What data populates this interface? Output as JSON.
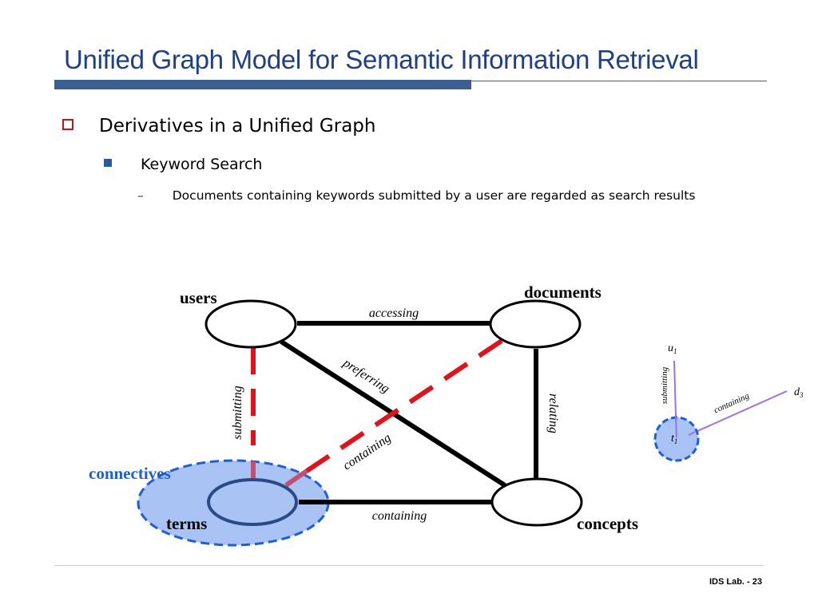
{
  "slide": {
    "title": "Unified Graph Model for Semantic Information Retrieval",
    "bullet_level1": "Derivatives in a Unified Graph",
    "bullet_level2": "Keyword Search",
    "bullet_level3": "Documents containing keywords submitted by a user are regarded as search results",
    "level3_marker": "–",
    "footer": "IDS Lab. - 23"
  },
  "diagram": {
    "nodes": {
      "users": "users",
      "documents": "documents",
      "terms": "terms",
      "concepts": "concepts",
      "connectives": "connectives"
    },
    "edges": {
      "accessing": "accessing",
      "preferring": "preferring",
      "submitting": "submitting",
      "relating": "relating",
      "containing_diag": "containing",
      "containing_bottom": "containing"
    },
    "mini": {
      "u1_base": "u",
      "u1_sub": "1",
      "d3_base": "d",
      "d3_sub": "3",
      "t1_base": "t",
      "t1_sub": "1",
      "submitting": "submitting",
      "containing": "containing"
    },
    "colors": {
      "edge": "#000000",
      "highlight": "#e3111b",
      "connective_fill": "#a9c3f4",
      "connective_border": "#1a5fd8",
      "mini_edge": "#9a72e8",
      "connectives_text": "#1a5fd8"
    }
  }
}
